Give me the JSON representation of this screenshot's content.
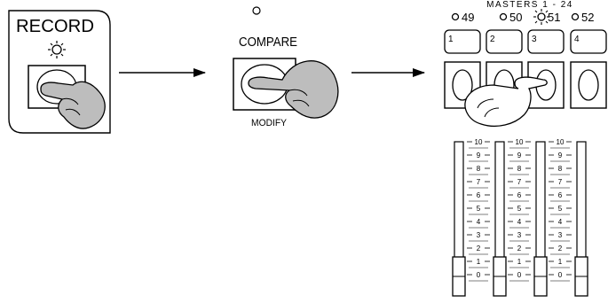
{
  "record": {
    "label": "RECORD"
  },
  "compare": {
    "label": "COMPARE",
    "sublabel": "MODIFY"
  },
  "masters": {
    "title": "MASTERS 1 - 24",
    "leds": [
      {
        "label": "49",
        "lit": false
      },
      {
        "label": "50",
        "lit": false
      },
      {
        "label": "51",
        "lit": true
      },
      {
        "label": "52",
        "lit": false
      }
    ],
    "keys": [
      "1",
      "2",
      "3",
      "4"
    ]
  },
  "fader_scale": [
    "10",
    "9",
    "8",
    "7",
    "6",
    "5",
    "4",
    "3",
    "2",
    "1",
    "0"
  ],
  "colors": {
    "hand_fill": "#bdbdbd",
    "line": "#000000",
    "background": "#ffffff"
  }
}
